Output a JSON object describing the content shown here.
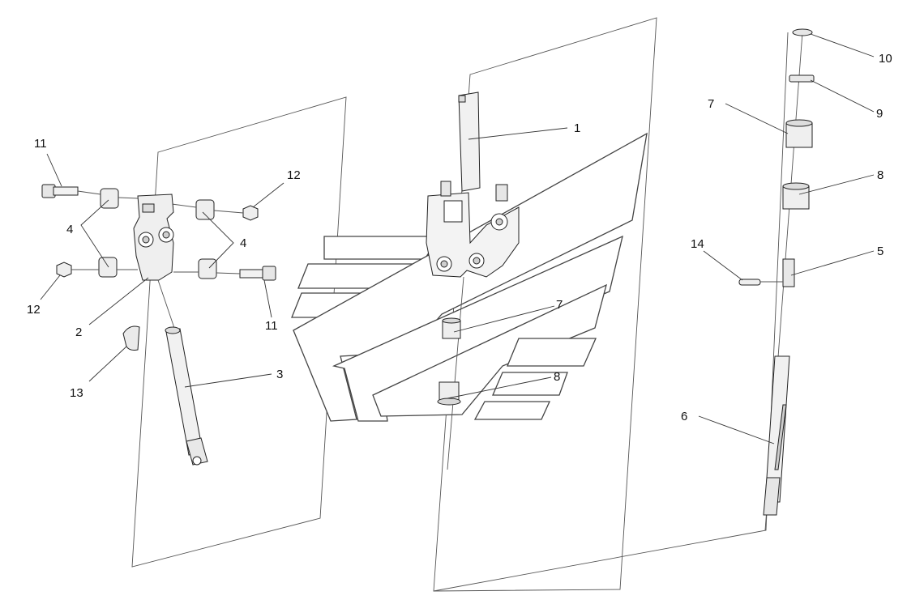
{
  "colors": {
    "background": "#ffffff",
    "part_fill": "#f2f2f2",
    "part_shade": "#cfcfcf",
    "line": "#222222"
  },
  "callouts": {
    "c1": "1",
    "c2": "2",
    "c3": "3",
    "c4a": "4",
    "c4b": "4",
    "c5": "5",
    "c6": "6",
    "c7a": "7",
    "c7b": "7",
    "c8a": "8",
    "c8b": "8",
    "c9": "9",
    "c10": "10",
    "c11a": "11",
    "c11b": "11",
    "c12a": "12",
    "c12b": "12",
    "c13": "13",
    "c14": "14"
  }
}
